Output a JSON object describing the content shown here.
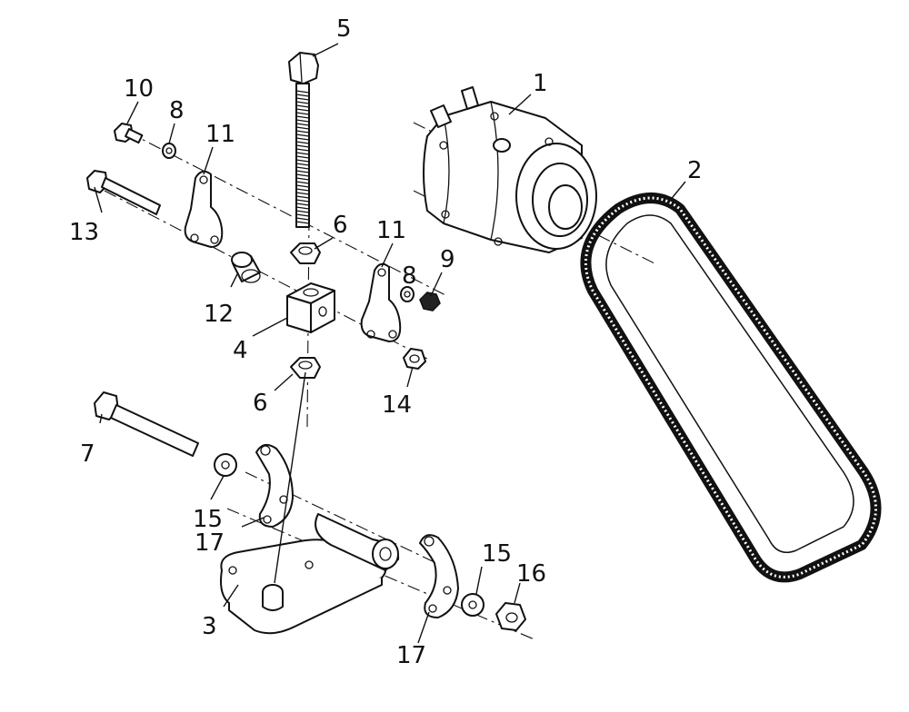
{
  "callouts": {
    "c1": "1",
    "c2": "2",
    "c3": "3",
    "c4": "4",
    "c5": "5",
    "c6a": "6",
    "c6b": "6",
    "c7": "7",
    "c8a": "8",
    "c8b": "8",
    "c9": "9",
    "c10": "10",
    "c11a": "11",
    "c11b": "11",
    "c12": "12",
    "c13": "13",
    "c14": "14",
    "c15a": "15",
    "c15b": "15",
    "c16": "16",
    "c17a": "17",
    "c17b": "17"
  }
}
